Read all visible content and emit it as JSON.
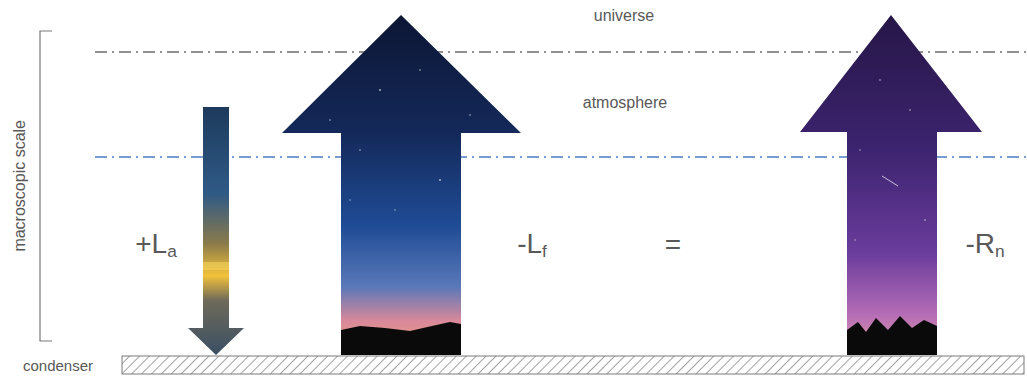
{
  "diagram": {
    "labels": [
      "universe",
      "atmosphere",
      "macroscopic scale",
      "+La",
      "-Lf",
      "=",
      "-Rn",
      "condenser"
    ]
  }
}
